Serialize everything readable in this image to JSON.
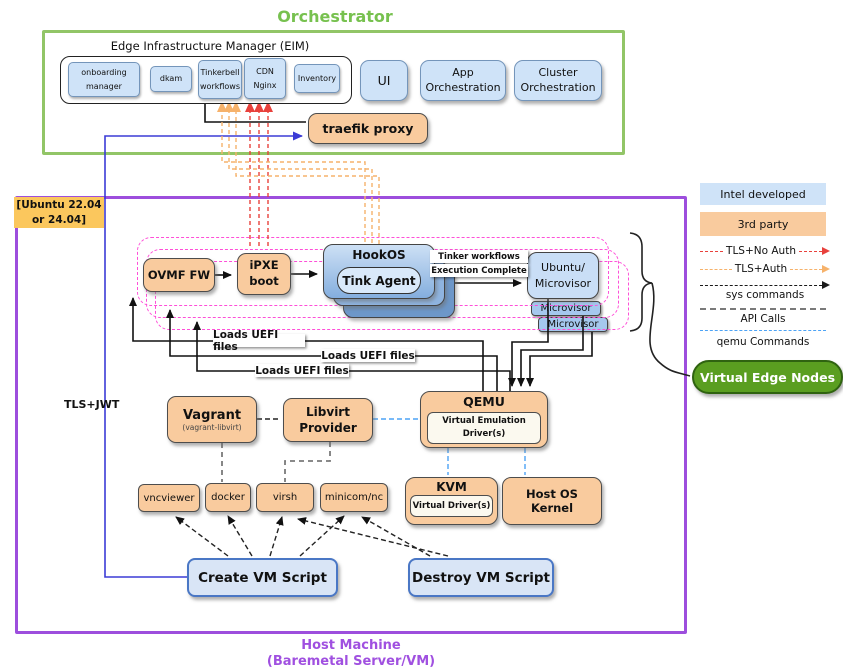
{
  "page": {
    "orchestrator_title": "Orchestrator",
    "host_title_line1": "Host Machine",
    "host_title_line2": "(Baremetal Server/VM)",
    "ubuntu_version_note": "[Ubuntu 22.04 or 24.04]",
    "tls_jwt_label": "TLS+JWT"
  },
  "orchestrator": {
    "eim_title": "Edge Infrastructure Manager (EIM)",
    "modules": [
      "onboarding manager",
      "dkam",
      "Tinkerbell workflows",
      "CDN Nginx",
      "Inventory"
    ],
    "ui_label": "UI",
    "app_orchestration_label": "App Orchestration",
    "cluster_orchestration_label": "Cluster Orchestration",
    "traefik_proxy_label": "traefik proxy"
  },
  "edge_node_stack": {
    "ovmf_label": "OVMF FW",
    "ipxe_label": "iPXE boot",
    "hookos_label": "HookOS",
    "tink_agent_label": "Tink Agent",
    "workflow_note_line1": "Tinker workflows",
    "workflow_note_line2": "Execution Complete",
    "ubuntu_microvisor_line1": "Ubuntu/",
    "ubuntu_microvisor_line2": "Microvisor",
    "microvisor_label": "Microvisor",
    "loads_uefi_label": "Loads UEFI files"
  },
  "virtualization": {
    "vagrant_label": "Vagrant",
    "vagrant_sub_label": "(vagrant-libvirt)",
    "libvirt_label": "Libvirt Provider",
    "qemu_label": "QEMU",
    "qemu_driver_label": "Virtual Emulation Driver(s)",
    "kvm_label": "KVM",
    "kvm_driver_label": "Virtual Driver(s)",
    "host_os_kernel_label": "Host OS Kernel",
    "tools": [
      "vncviewer",
      "docker",
      "virsh",
      "minicom/nc"
    ],
    "create_script_label": "Create VM Script",
    "destroy_script_label": "Destroy VM Script"
  },
  "legend": {
    "intel_label": "Intel developed",
    "third_party_label": "3rd party",
    "tls_no_auth_label": "TLS+No Auth",
    "tls_auth_label": "TLS+Auth",
    "sys_commands_label": "sys commands",
    "api_calls_label": "API Calls",
    "qemu_commands_label": "qemu Commands",
    "virtual_edge_nodes_label": "Virtual Edge Nodes"
  },
  "colors": {
    "intel_developed_fill": "#cfe3f8",
    "third_party_fill": "#f9cb9e",
    "tls_no_auth": "#e8413c",
    "tls_auth": "#f6b26b",
    "sys_commands": "#1a1a1a",
    "api_calls": "#7a7a7a",
    "qemu_commands": "#4da3f5",
    "orchestrator_green": "#77c14f",
    "host_purple": "#9d4edd",
    "vm_outline_magenta": "#ff4fd8",
    "edge_nodes_green": "#5a9e20"
  }
}
